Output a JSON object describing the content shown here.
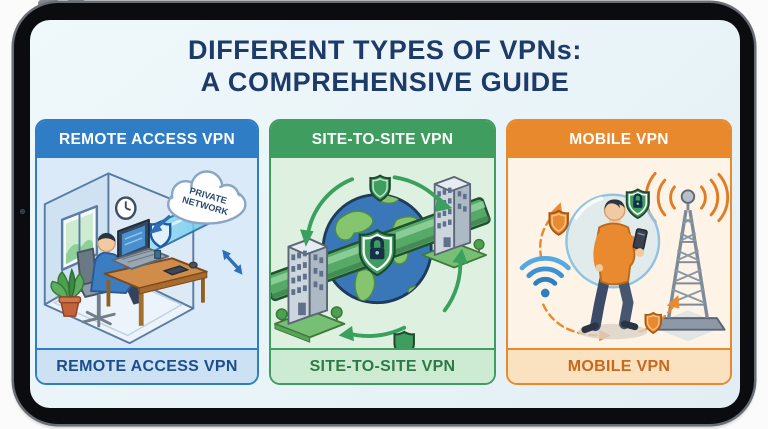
{
  "title": {
    "line1": "DIFFERENT TYPES OF VPNs:",
    "line2": "A COMPREHENSIVE GUIDE"
  },
  "panels": [
    {
      "id": "remote-access-vpn",
      "header": "REMOTE ACCESS VPN",
      "footer": "REMOTE ACCESS VPN",
      "cloud_label": {
        "line1": "PRIVATE",
        "line2": "NETWORK"
      },
      "icons": [
        "window-icon",
        "clock-icon",
        "cloud-icon",
        "shield-icon",
        "vpn-tunnel",
        "arrow-icon",
        "double-arrow-icon",
        "laptop-icon",
        "office-worker",
        "office-chair",
        "desk",
        "plant-icon"
      ]
    },
    {
      "id": "site-to-site-vpn",
      "header": "SITE-TO-SITE VPN",
      "footer": "SITE-TO-SITE VPN",
      "icons": [
        "globe-icon",
        "vpn-pipe",
        "lock-shield-icon",
        "shield-icon",
        "office-building-icon",
        "circular-arrow-icon"
      ]
    },
    {
      "id": "mobile-vpn",
      "header": "MOBILE VPN",
      "footer": "MOBILE VPN",
      "icons": [
        "wifi-icon",
        "shield-icon",
        "lock-shield-icon",
        "privacy-bubble",
        "mobile-user",
        "smartphone-icon",
        "cell-tower-icon",
        "signal-waves-icon",
        "dashed-arrow-icon"
      ]
    }
  ],
  "device": {
    "type": "tablet-frame",
    "buttons": [
      "volume-up-button",
      "volume-down-button"
    ],
    "camera": "front-camera"
  },
  "colors": {
    "page_bg": "#fbfbfc",
    "bezel": "#0b0c10",
    "rim": "#696d74",
    "button": "#84888e",
    "screen_bg": "#e9f4f8",
    "title_color": "#1e3a68",
    "header_text": "#ffffff",
    "blue": "#2f7ec5",
    "blue_dark": "#1d4e8c",
    "blue_body": "#daeaf8",
    "blue_footer": "#cce2f4",
    "green": "#3f9e5f",
    "green_dark": "#2d7a47",
    "green_body": "#def0e0",
    "green_footer": "#cdebd3",
    "orange": "#e8892e",
    "orange_dark": "#c8681c",
    "orange_body": "#fdf3e6",
    "orange_footer": "#fae1bf"
  }
}
